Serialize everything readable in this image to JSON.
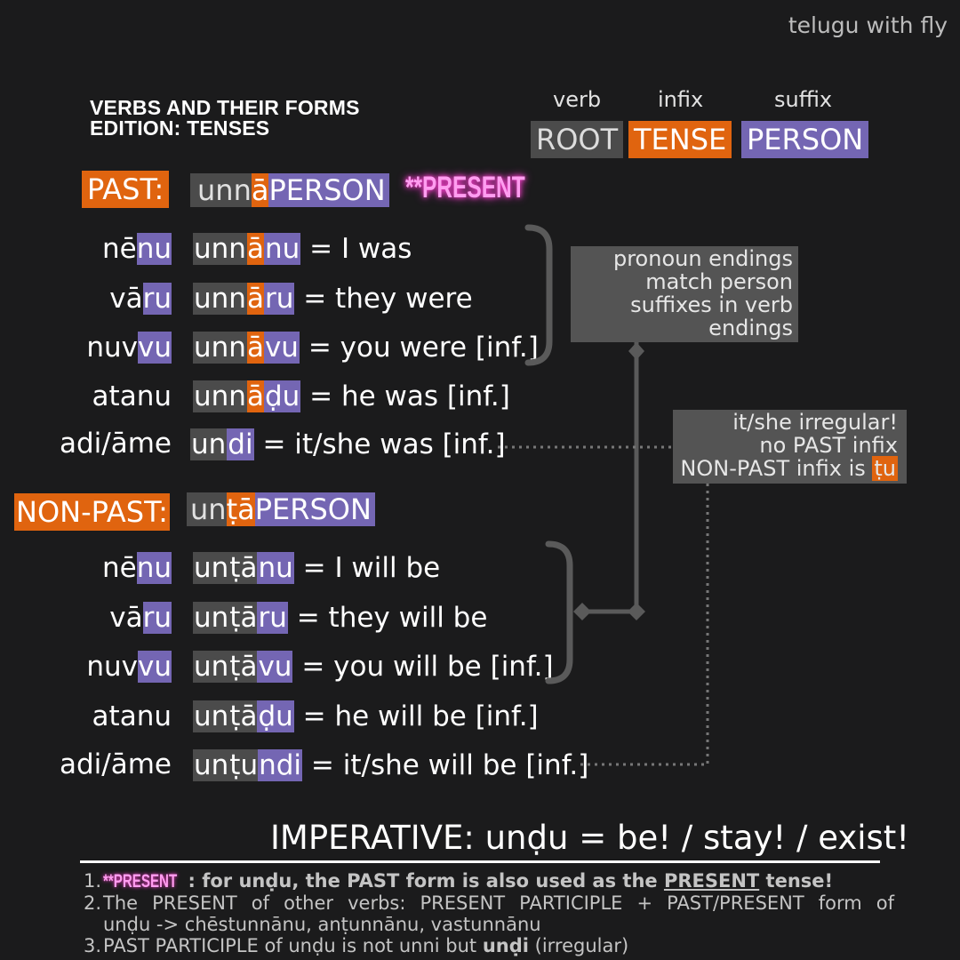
{
  "brand": "telugu with fly",
  "title": {
    "line1": "VERBS AND THEIR FORMS",
    "line2": "EDITION: TENSES"
  },
  "legend": {
    "verb_label": "verb",
    "infix_label": "infix",
    "suffix_label": "suffix",
    "root": "ROOT",
    "tense": "TENSE",
    "person": "PERSON"
  },
  "past": {
    "tag": "PAST:",
    "pattern": {
      "root": "unn",
      "infix": "ā",
      "suffix": "PERSON"
    },
    "present_note": "**PRESENT",
    "rows": [
      {
        "pron_stem": "nē",
        "pron_end": "nu",
        "root": "unn",
        "infix": "ā",
        "suffix": "nu",
        "meaning": "= I was"
      },
      {
        "pron_stem": "vā",
        "pron_end": "ru",
        "root": "unn",
        "infix": "ā",
        "suffix": "ru",
        "meaning": "= they were"
      },
      {
        "pron_stem": "nuv",
        "pron_end": "vu",
        "root": "unn",
        "infix": "ā",
        "suffix": "vu",
        "meaning": "= you were [inf.]"
      },
      {
        "pron_stem": "atanu",
        "pron_end": "",
        "root": "unn",
        "infix": "ā",
        "suffix": "ḍu",
        "meaning": "= he was [inf.]"
      },
      {
        "pron_stem": "adi/āme",
        "pron_end": "",
        "root": "un",
        "infix": "",
        "suffix": "di",
        "meaning": "= it/she was [inf.]"
      }
    ]
  },
  "nonpast": {
    "tag": "NON-PAST:",
    "pattern": {
      "root": "un",
      "infix": "ṭā",
      "suffix": "PERSON"
    },
    "rows": [
      {
        "pron_stem": "nē",
        "pron_end": "nu",
        "root": "un",
        "infix": "ṭā",
        "suffix": "nu",
        "meaning": "= I will be"
      },
      {
        "pron_stem": "vā",
        "pron_end": "ru",
        "root": "un",
        "infix": "ṭā",
        "suffix": "ru",
        "meaning": "= they will be"
      },
      {
        "pron_stem": "nuv",
        "pron_end": "vu",
        "root": "un",
        "infix": "ṭā",
        "suffix": "vu",
        "meaning": "= you will be [inf.]"
      },
      {
        "pron_stem": "atanu",
        "pron_end": "",
        "root": "un",
        "infix": "ṭā",
        "suffix": "ḍu",
        "meaning": "= he will be [inf.]"
      },
      {
        "pron_stem": "adi/āme",
        "pron_end": "",
        "root": "un",
        "infix": "ṭu",
        "suffix": "ndi",
        "meaning": "= it/she will be [inf.]"
      }
    ]
  },
  "notes": {
    "pronoun": [
      "pronoun endings",
      "match person",
      "suffixes in verb",
      "endings"
    ],
    "irregular": {
      "line1": "it/she irregular!",
      "line2": "no PAST infix",
      "line3_text": "NON-PAST infix is ",
      "line3_infix": "ṭu"
    }
  },
  "imperative": "IMPERATIVE: unḍu = be! / stay! / exist!",
  "footnotes": {
    "n1_num": "1.",
    "n1_tag": "**PRESENT",
    "n1_text_a": ": for unḍu, the PAST form is also used as the ",
    "n1_text_u": "PRESENT",
    "n1_text_b": " tense!",
    "n2_num": "2.",
    "n2_line1": "The PRESENT of other verbs: PRESENT PARTICIPLE + PAST/PRESENT form of",
    "n2_line2": "unḍu -> chēstunnānu, anṭunnānu, vastunnānu",
    "n3_num": "3.",
    "n3_text_a": "PAST PARTICIPLE of unḍu is not unni but ",
    "n3_bold": "unḍi",
    "n3_text_b": " (irregular)"
  }
}
